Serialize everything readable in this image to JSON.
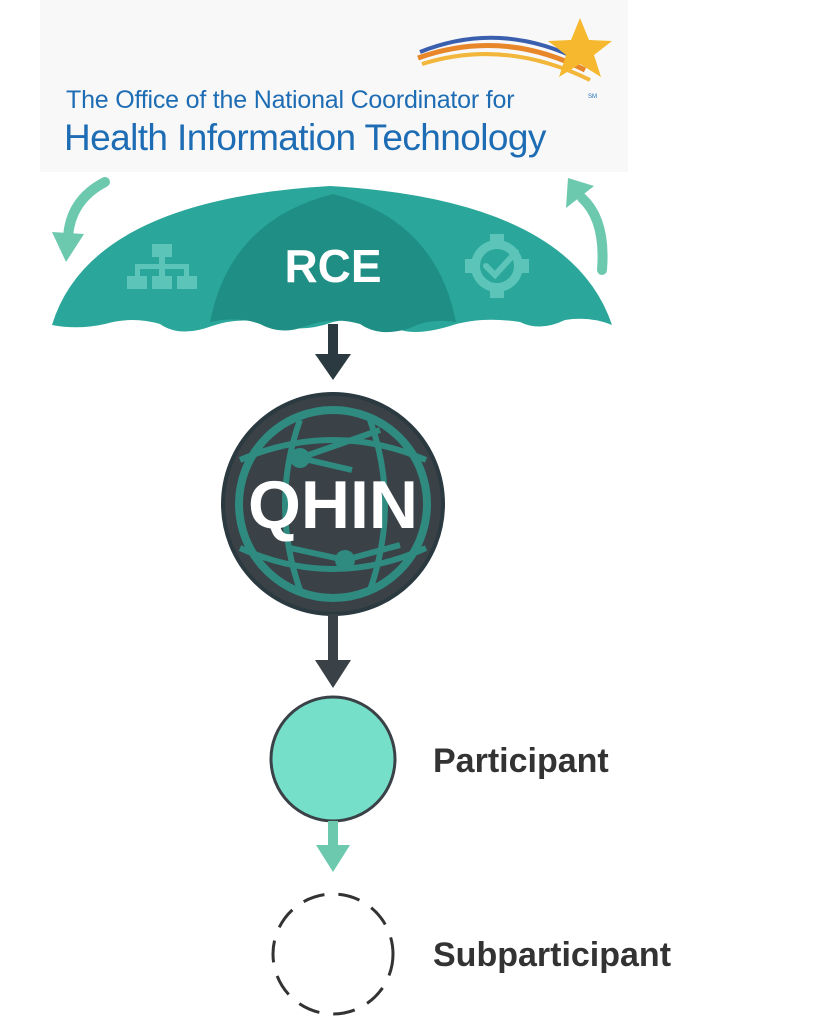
{
  "logo": {
    "line1": "The Office of the National Coordinator for",
    "line2": "Health Information Technology",
    "trademark": "SM"
  },
  "umbrella": {
    "label": "RCE",
    "left_icon": "org-chart-icon",
    "right_icon": "gear-check-icon"
  },
  "qhin": {
    "label": "QHIN",
    "icon": "network-globe-icon"
  },
  "participant": {
    "label": "Participant"
  },
  "subparticipant": {
    "label": "Subparticipant"
  },
  "colors": {
    "teal": "#2aa69a",
    "teal_dark": "#1f8f85",
    "mint": "#76dfc9",
    "arrow_mint": "#6cc9ae",
    "dark": "#3a4147",
    "logo_blue": "#1e6db4"
  }
}
